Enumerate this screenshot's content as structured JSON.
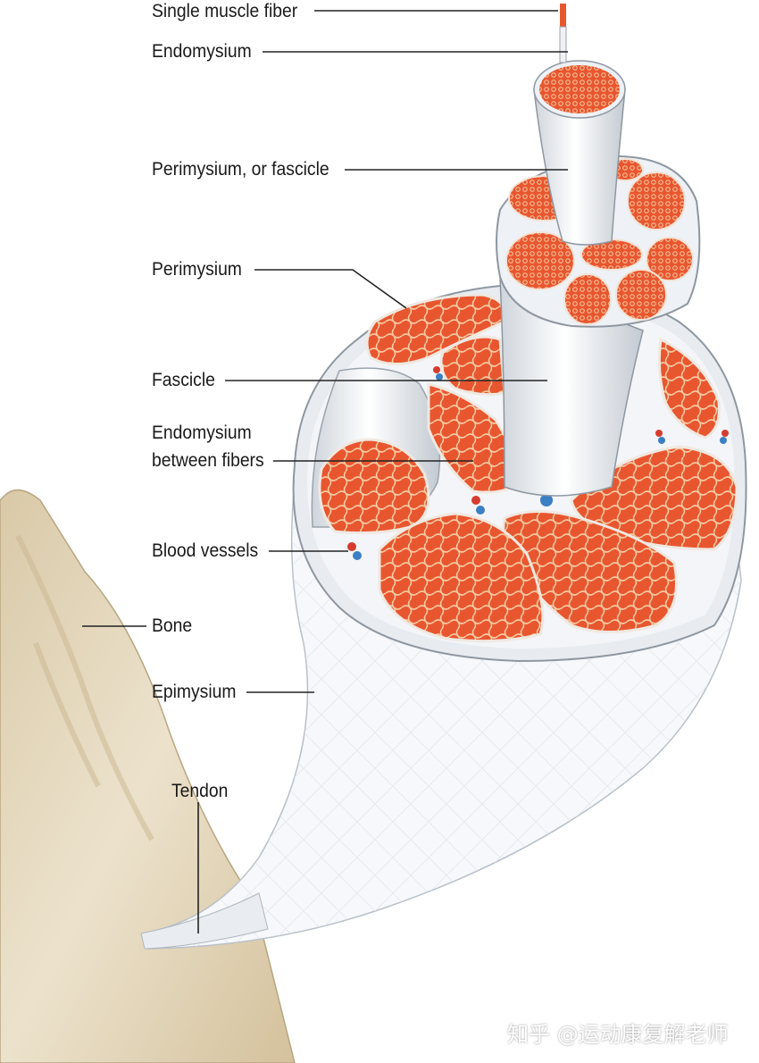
{
  "labels": {
    "single_muscle_fiber": "Single muscle fiber",
    "endomysium_top": "Endomysium",
    "perimysium_or_fascicle": "Perimysium, or fascicle",
    "perimysium": "Perimysium",
    "fascicle": "Fascicle",
    "endomysium_between_line1": "Endomysium",
    "endomysium_between_line2": "between fibers",
    "blood_vessels": "Blood vessels",
    "bone": "Bone",
    "epimysium": "Epimysium",
    "tendon": "Tendon"
  },
  "watermark": "知乎 @运动康复解老师",
  "colors": {
    "muscle": "#e8562f",
    "muscle_dark": "#c9411f",
    "muscle_network": "#f6c9a0",
    "sheath": "#eef1f5",
    "sheath_edge": "#9aa3ad",
    "bone": "#e6d9bf",
    "bone_shadow": "#c9b58f",
    "artery": "#d63b2f",
    "vein": "#3b7fc4",
    "leader": "#222222"
  }
}
